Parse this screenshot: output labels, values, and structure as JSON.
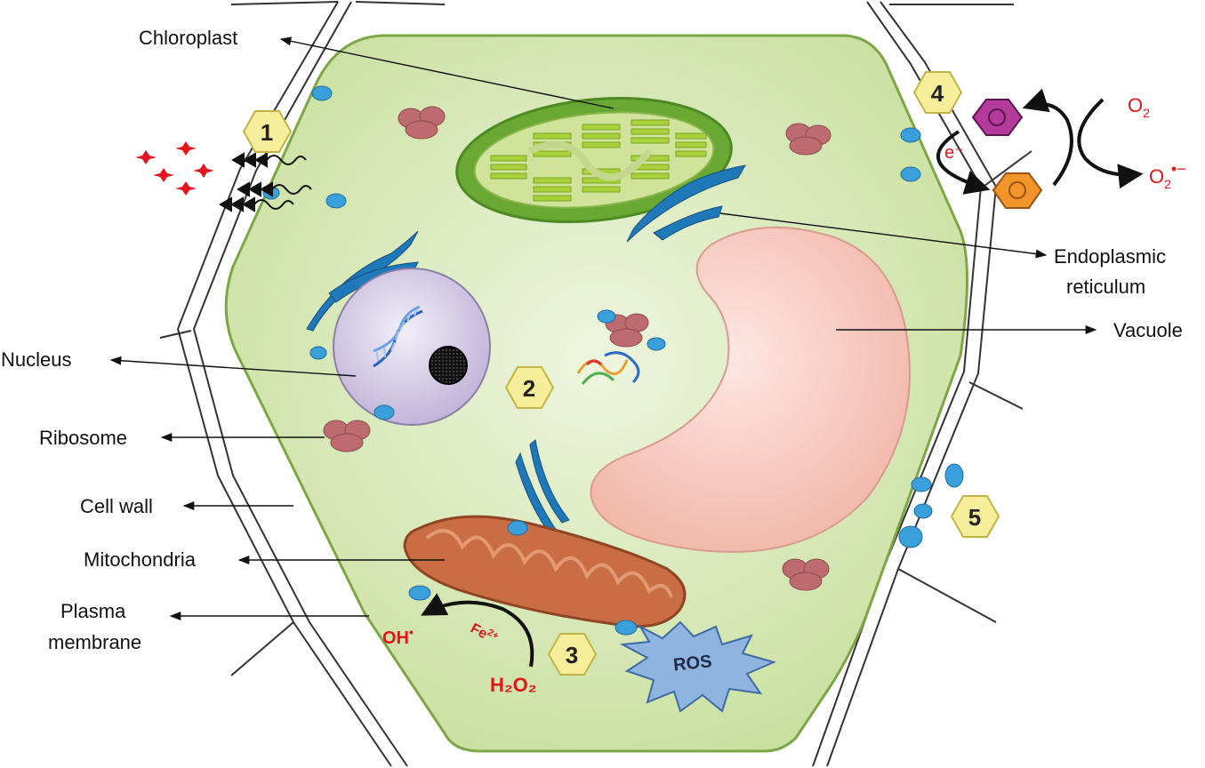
{
  "labels": {
    "chloroplast": "Chloroplast",
    "er_line1": "Endoplasmic",
    "er_line2": "reticulum",
    "vacuole": "Vacuole",
    "nucleus": "Nucleus",
    "ribosome": "Ribosome",
    "cell_wall": "Cell wall",
    "mitochondria": "Mitochondria",
    "plasma_line1": "Plasma",
    "plasma_line2": "membrane"
  },
  "steps": [
    "1",
    "2",
    "3",
    "4",
    "5"
  ],
  "chemistry": {
    "oxygen": "O",
    "oxygen_sub": "2",
    "superoxide": "O",
    "superoxide_sub": "2",
    "superoxide_sup": "•−",
    "electron": "e⁻",
    "hydroxyl": "OH",
    "hydroxyl_dot": "•",
    "iron": "Fe",
    "iron_charge": "2+",
    "h2o2": "H₂O₂",
    "ros": "ROS"
  },
  "colors": {
    "cytoplasm": "#d6e8b4",
    "cell_wall": "#ffffff",
    "chloroplast": "#6fae3a",
    "vacuole": "#f8cfc7",
    "nucleus": "#ddd4ea",
    "mitochondria": "#c96d45",
    "er": "#1f78b8",
    "ribosome": "#bd6b6f",
    "vesicle": "#3aa0dc",
    "step_badge": "#f6ee9a",
    "chem_red": "#e3141b",
    "ros_burst": "#8fb4e0"
  }
}
